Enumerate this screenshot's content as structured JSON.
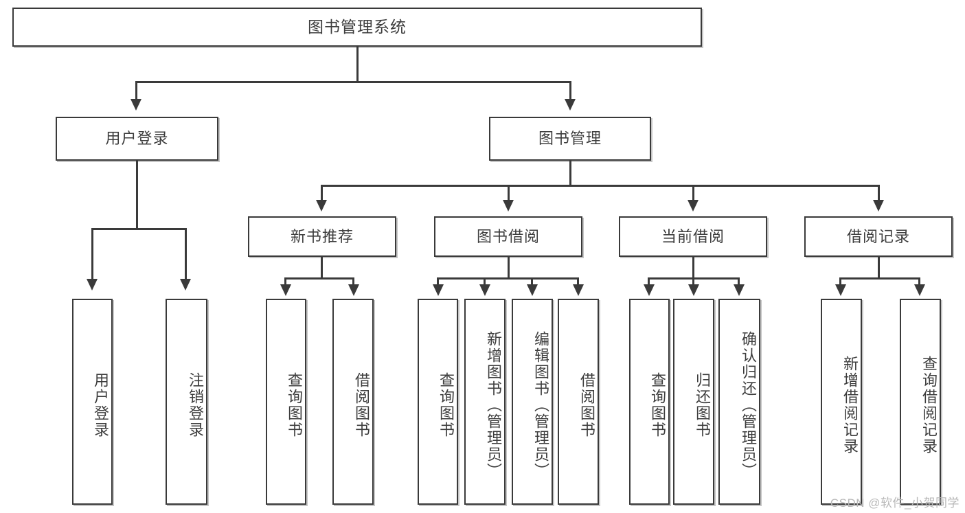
{
  "diagram": {
    "title": "图书管理系统",
    "type": "hierarchy-tree",
    "root": {
      "label": "图书管理系统"
    },
    "level2": [
      {
        "label": "用户登录"
      },
      {
        "label": "图书管理"
      }
    ],
    "level3": [
      {
        "label": "新书推荐"
      },
      {
        "label": "图书借阅"
      },
      {
        "label": "当前借阅"
      },
      {
        "label": "借阅记录"
      }
    ],
    "leaves": [
      {
        "label": "用户登录",
        "parent": "用户登录"
      },
      {
        "label": "注销登录",
        "parent": "用户登录"
      },
      {
        "label": "查询图书",
        "parent": "新书推荐"
      },
      {
        "label": "借阅图书",
        "parent": "新书推荐"
      },
      {
        "label": "查询图书",
        "parent": "图书借阅"
      },
      {
        "label": "新增图书（管理员）",
        "parent": "图书借阅"
      },
      {
        "label": "编辑图书（管理员）",
        "parent": "图书借阅"
      },
      {
        "label": "借阅图书",
        "parent": "图书借阅"
      },
      {
        "label": "查询图书",
        "parent": "当前借阅"
      },
      {
        "label": "归还图书",
        "parent": "当前借阅"
      },
      {
        "label": "确认归还（管理员）",
        "parent": "当前借阅"
      },
      {
        "label": "新增借阅记录",
        "parent": "借阅记录"
      },
      {
        "label": "查询借阅记录",
        "parent": "借阅记录"
      }
    ]
  },
  "watermark": {
    "text": "CSDN @软件_小贺同学"
  },
  "colors": {
    "border": "#3a3a3a",
    "text": "#3d3d3d",
    "background": "#ffffff",
    "watermark": "#b8b8b8"
  }
}
